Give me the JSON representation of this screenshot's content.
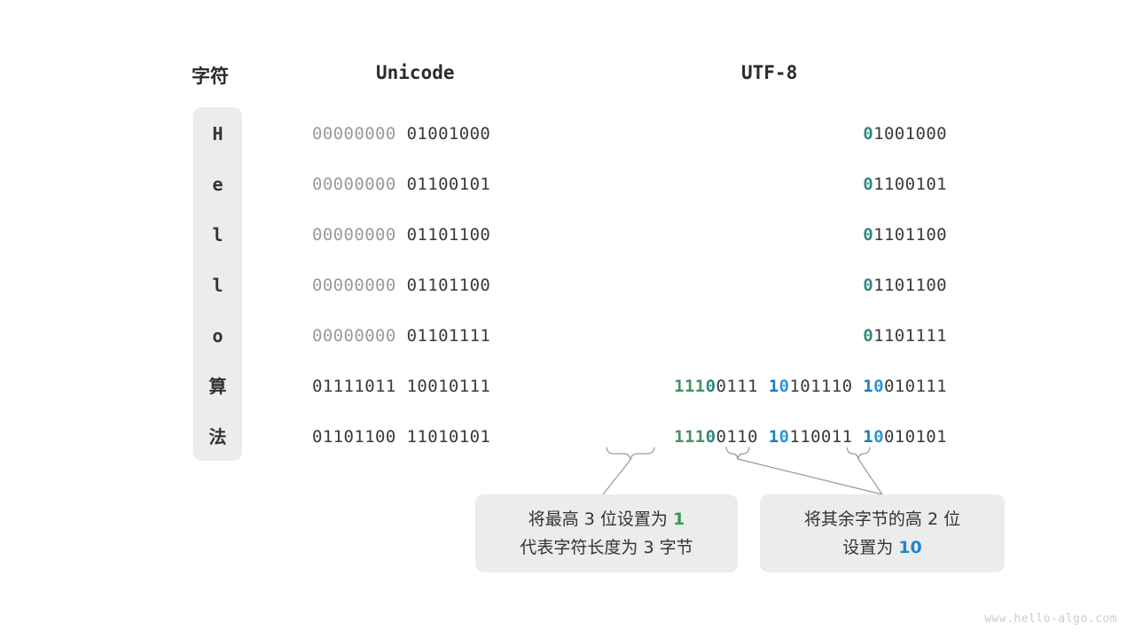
{
  "headers": {
    "char": "字符",
    "unicode": "Unicode",
    "utf8": "UTF-8"
  },
  "rows": [
    {
      "char": "H",
      "unicode_high": "00000000",
      "unicode_low": "01001000",
      "unicode_high_dim": true,
      "utf8": "01001000",
      "utf8_segments": [
        {
          "text": "0",
          "color": "teal"
        },
        {
          "text": "1001000",
          "color": "plain"
        }
      ]
    },
    {
      "char": "e",
      "unicode_high": "00000000",
      "unicode_low": "01100101",
      "unicode_high_dim": true,
      "utf8": "01100101",
      "utf8_segments": [
        {
          "text": "0",
          "color": "teal"
        },
        {
          "text": "1100101",
          "color": "plain"
        }
      ]
    },
    {
      "char": "l",
      "unicode_high": "00000000",
      "unicode_low": "01101100",
      "unicode_high_dim": true,
      "utf8": "01101100",
      "utf8_segments": [
        {
          "text": "0",
          "color": "teal"
        },
        {
          "text": "1101100",
          "color": "plain"
        }
      ]
    },
    {
      "char": "l",
      "unicode_high": "00000000",
      "unicode_low": "01101100",
      "unicode_high_dim": true,
      "utf8": "01101100",
      "utf8_segments": [
        {
          "text": "0",
          "color": "teal"
        },
        {
          "text": "1101100",
          "color": "plain"
        }
      ]
    },
    {
      "char": "o",
      "unicode_high": "00000000",
      "unicode_low": "01101111",
      "unicode_high_dim": true,
      "utf8": "01101111",
      "utf8_segments": [
        {
          "text": "0",
          "color": "teal"
        },
        {
          "text": "1101111",
          "color": "plain"
        }
      ]
    },
    {
      "char": "算",
      "unicode_high": "01111011",
      "unicode_low": "10010111",
      "unicode_high_dim": false,
      "utf8": "11100111 10101110 10010111",
      "utf8_segments": [
        {
          "text": "111",
          "color": "green"
        },
        {
          "text": "0",
          "color": "teal"
        },
        {
          "text": "0111 ",
          "color": "plain"
        },
        {
          "text": "1",
          "color": "blue"
        },
        {
          "text": "0",
          "color": "blue2"
        },
        {
          "text": "101110 ",
          "color": "plain"
        },
        {
          "text": "1",
          "color": "blue"
        },
        {
          "text": "0",
          "color": "blue2"
        },
        {
          "text": "010111",
          "color": "plain"
        }
      ]
    },
    {
      "char": "法",
      "unicode_high": "01101100",
      "unicode_low": "11010101",
      "unicode_high_dim": false,
      "utf8": "11100110 10110011 10010101",
      "utf8_segments": [
        {
          "text": "111",
          "color": "green"
        },
        {
          "text": "0",
          "color": "teal"
        },
        {
          "text": "0110 ",
          "color": "plain"
        },
        {
          "text": "1",
          "color": "blue"
        },
        {
          "text": "0",
          "color": "blue2"
        },
        {
          "text": "110011 ",
          "color": "plain"
        },
        {
          "text": "1",
          "color": "blue"
        },
        {
          "text": "0",
          "color": "blue2"
        },
        {
          "text": "010101",
          "color": "plain"
        }
      ]
    }
  ],
  "callouts": {
    "left": {
      "line1_pre": "将最高 3 位设置为 ",
      "line1_hl": "1",
      "line1_post": "",
      "line2": "代表字符长度为 3 字节"
    },
    "right": {
      "line1": "将其余字节的高 2 位",
      "line2_pre": "设置为 ",
      "line2_hl": "10",
      "line2_post": ""
    }
  },
  "watermark": "www.hello-algo.com",
  "colors": {
    "teal": "#2e8b7f",
    "green": "#4a9163",
    "blue": "#1a7fc1",
    "panel_bg": "#ececec",
    "text": "#3a3a3a",
    "dim": "#9a9a9a",
    "watermark": "#cccccc"
  }
}
